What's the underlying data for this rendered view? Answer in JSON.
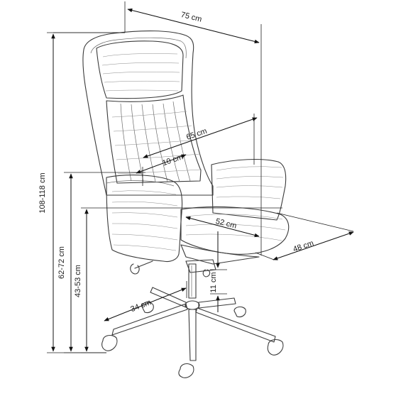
{
  "dimensions": {
    "overall_width": "75 cm",
    "backrest_height": "65 cm",
    "headrest_offset": "10 cm",
    "overall_height": "108-118 cm",
    "armrest_height": "62-72 cm",
    "seat_height": "43-53 cm",
    "seat_width": "52 cm",
    "seat_depth": "48 cm",
    "base_radius": "34 cm",
    "gas_lift": "11 cm"
  },
  "colors": {
    "line": "#111111",
    "sketch": "#3a3a3a",
    "background": "#ffffff"
  }
}
